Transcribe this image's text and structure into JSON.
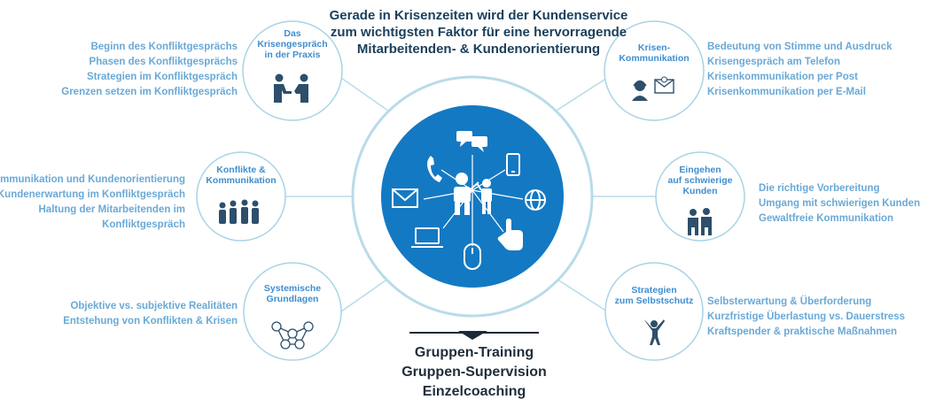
{
  "title": {
    "line1": "Gerade in Krisenzeiten wird der Kundenservice",
    "line2": "zum wichtigsten Faktor für eine hervorragende",
    "line3": "Mitarbeitenden- & Kundenorientierung"
  },
  "nodes": {
    "praxis": {
      "label": [
        "Das",
        "Krisengespräch",
        "in der Praxis"
      ],
      "items": [
        "Beginn des Konfliktgesprächs",
        "Phasen des Konfliktgesprächs",
        "Strategien im Konfliktgespräch",
        "Grenzen setzen im Konfliktgespräch"
      ],
      "icon": "handshake-people-icon"
    },
    "konflikte": {
      "label": [
        "Konflikte &",
        "Kommunikation"
      ],
      "items": [
        "Kommunikation und Kundenorientierung",
        "Kundenerwartung im Konfliktgespräch",
        "Haltung der Mitarbeitenden im",
        "Konfliktgespräch"
      ],
      "icon": "group-people-icon"
    },
    "systemisch": {
      "label": [
        "Systemische",
        "Grundlagen"
      ],
      "items": [
        "Objektive vs. subjektive Realitäten",
        "Entstehung von Konflikten & Krisen"
      ],
      "icon": "network-icon"
    },
    "krisenkomm": {
      "label": [
        "Krisen-",
        "Kommunikation"
      ],
      "items": [
        "Bedeutung von Stimme und Ausdruck",
        "Krisengespräch am Telefon",
        "Krisenkommunikation per Post",
        "Krisenkommunikation per E-Mail"
      ],
      "icon": "headset-mail-icon"
    },
    "eingehen": {
      "label": [
        "Eingehen",
        "auf schwierige",
        "Kunden"
      ],
      "items": [
        "Die richtige Vorbereitung",
        "Umgang mit schwierigen Kunden",
        "Gewaltfreie Kommunikation"
      ],
      "icon": "two-people-icon"
    },
    "strategien": {
      "label": [
        "Strategien",
        "zum Selbstschutz"
      ],
      "items": [
        "Selbsterwartung & Überforderung",
        "Kurzfristige Überlastung vs. Dauerstress",
        "Kraftspender & praktische Maßnahmen"
      ],
      "icon": "jumping-person-icon"
    }
  },
  "outputs": [
    "Gruppen-Training",
    "Gruppen-Supervision",
    "Einzelcoaching"
  ],
  "colors": {
    "hub": "#1479c3",
    "ring": "#b9dbe9",
    "node_border": "#a8d3e6",
    "text_light": "#6aa9d6",
    "node_label": "#3f8ed0",
    "icon": "#2d4f6b",
    "dark": "#1a3f5c"
  }
}
